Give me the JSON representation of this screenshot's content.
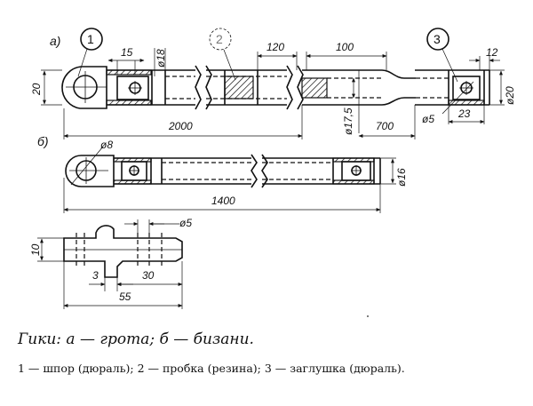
{
  "figure": {
    "views": {
      "a": {
        "label": "а)",
        "callouts": [
          "1",
          "2",
          "3"
        ]
      },
      "b": {
        "label": "б)"
      }
    },
    "dimensions": {
      "d15": "15",
      "d18": "ø18",
      "d120": "120",
      "d100": "100",
      "d12": "12",
      "d20_left": "20",
      "d2000": "2000",
      "d17_5": "ø17,5",
      "d700": "700",
      "d5_a": "ø5",
      "d23": "23",
      "d20_right": "ø20",
      "d8": "ø8",
      "d16": "ø16",
      "d1400": "1400",
      "d5_c": "ø5",
      "d10": "10",
      "d3": "3",
      "d30": "30",
      "d55": "55"
    }
  },
  "caption": {
    "title": "Гики: а — грота; б — бизани.",
    "legend": "1 — шпор (дюраль); 2 — пробка (резина); 3 — заглушка (дюраль)."
  }
}
